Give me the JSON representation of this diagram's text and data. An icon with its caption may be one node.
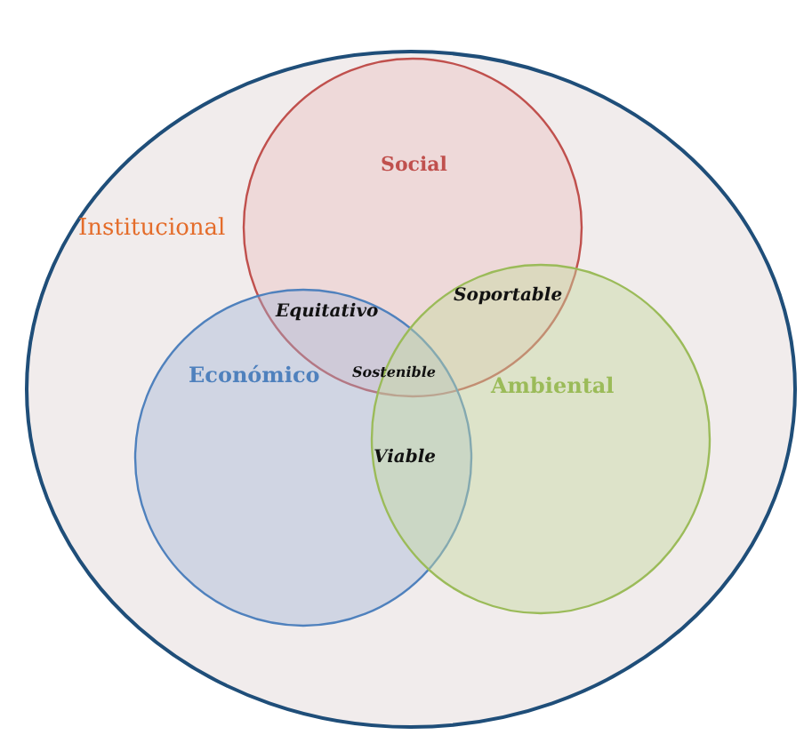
{
  "diagram": {
    "nodes": [
      {
        "text": [
          "Institucional"
        ]
      },
      {
        "text": [
          "Social"
        ],
        "in": 0
      },
      {
        "text": [
          "Económico"
        ],
        "in": 0
      },
      {
        "text": [
          "Ambiental"
        ],
        "in": 0
      }
    ],
    "edges": [],
    "labels": [
      "Equitativo",
      "Soportable",
      "Sostenible",
      "Viable"
    ]
  }
}
